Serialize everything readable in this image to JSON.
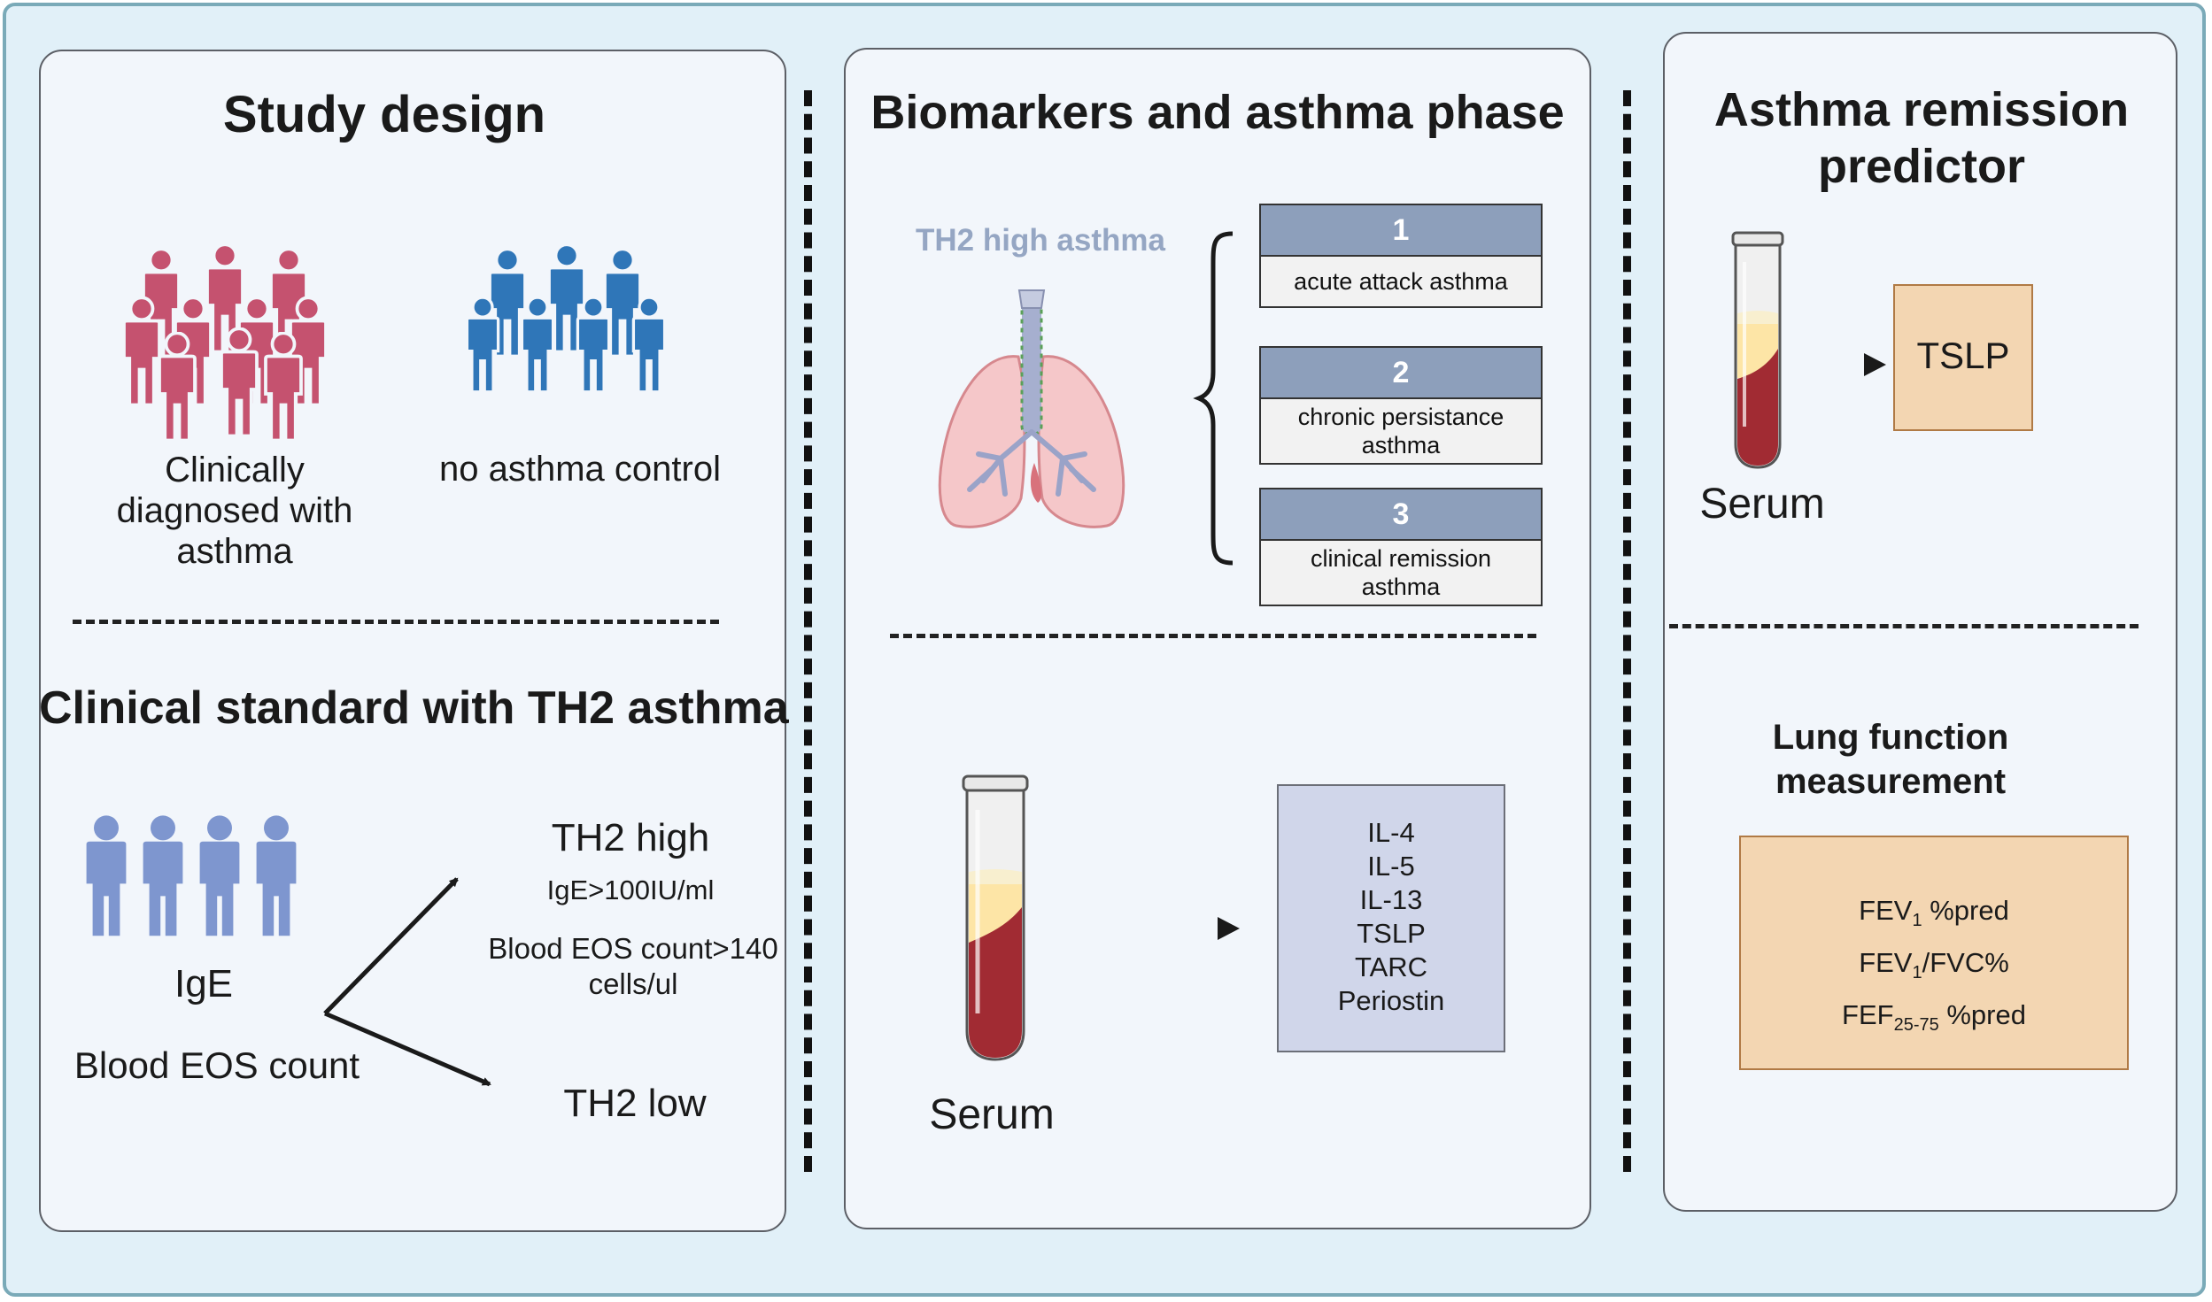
{
  "study_design": {
    "title": "Study design",
    "group_asthma": "Clinically diagnosed with asthma",
    "group_control": "no asthma control"
  },
  "clinical_standard": {
    "title": "Clinical standard with TH2 asthma",
    "ige_label": "IgE",
    "eos_label": "Blood EOS count",
    "th2_high": "TH2 high",
    "ige_criterion": "IgE>100IU/ml",
    "eos_criterion": "Blood EOS count>140 cells/ul",
    "th2_low": "TH2 low"
  },
  "biomarkers": {
    "title": "Biomarkers and asthma phase",
    "lung_label": "TH2 high asthma",
    "phases": [
      {
        "number": "1",
        "label": "acute attack asthma"
      },
      {
        "number": "2",
        "label": "chronic persistance asthma"
      },
      {
        "number": "3",
        "label": "clinical remission asthma"
      }
    ],
    "serum_label": "Serum",
    "markers": [
      "IL-4",
      "IL-5",
      "IL-13",
      "TSLP",
      "TARC",
      "Periostin"
    ]
  },
  "remission": {
    "title": "Asthma remission predictor",
    "serum_label": "Serum",
    "predictor": "TSLP",
    "lung_function_title": "Lung function measurement",
    "measures": [
      {
        "main": "FEV",
        "sub": "1",
        "rest": " %pred"
      },
      {
        "main": "FEV",
        "sub": "1",
        "rest": "/FVC%"
      },
      {
        "main": "FEF",
        "sub": "25-75",
        "rest": " %pred"
      }
    ]
  },
  "colors": {
    "asthma_people": "#c5526f",
    "control_people": "#2f76b8",
    "ige_people": "#7e96cf",
    "phase_header": "#8d9fbb",
    "marker_box": "#d0d6ea",
    "result_box": "#f3d6b2",
    "serum_yellow": "#fde5a6",
    "blood_red": "#a12b33"
  }
}
